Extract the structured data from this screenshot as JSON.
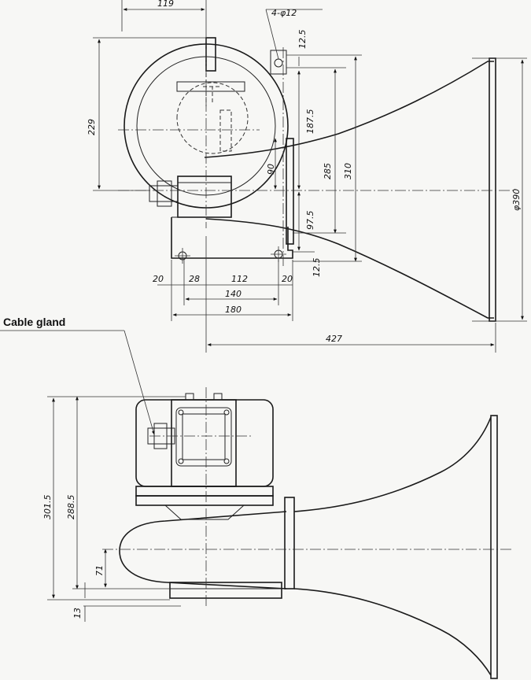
{
  "labels": {
    "cable_gland": "Cable gland"
  },
  "dimensions": {
    "d119": "119",
    "hole_spec": "4-φ12",
    "d12_5_top": "12.5",
    "d187_5": "187.5",
    "d229": "229",
    "d285": "285",
    "d310": "310",
    "d90": "90",
    "d97_5": "97.5",
    "d12_5_bot": "12.5",
    "d390": "φ390",
    "d20_left": "20",
    "d28": "28",
    "d112": "112",
    "d20_right": "20",
    "d140": "140",
    "d180": "180",
    "d427": "427",
    "d301_5": "301.5",
    "d288_5": "288.5",
    "d71": "71",
    "d13": "13"
  }
}
